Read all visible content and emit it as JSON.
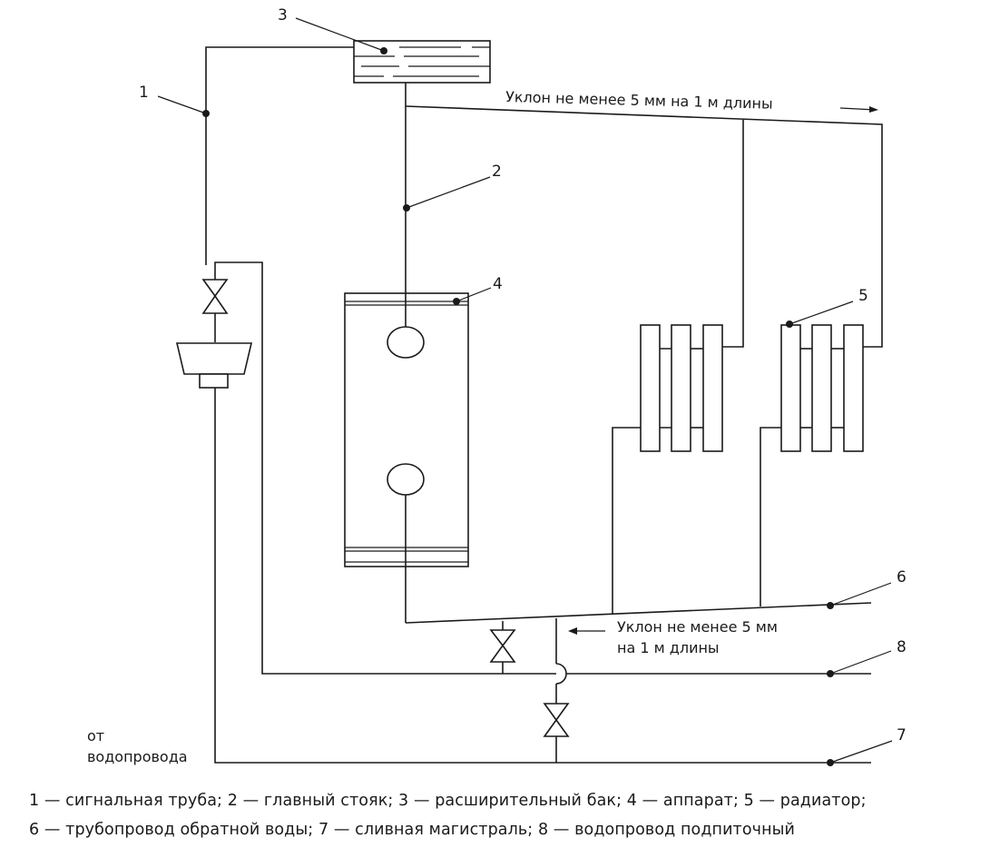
{
  "diagram": {
    "callouts": [
      {
        "id": "1",
        "label": "1"
      },
      {
        "id": "2",
        "label": "2"
      },
      {
        "id": "3",
        "label": "3"
      },
      {
        "id": "4",
        "label": "4"
      },
      {
        "id": "5",
        "label": "5"
      },
      {
        "id": "6",
        "label": "6"
      },
      {
        "id": "7",
        "label": "7"
      },
      {
        "id": "8",
        "label": "8"
      }
    ],
    "notes": {
      "slope_supply": "Уклон не менее 5 мм на 1 м длины",
      "slope_return_line1": "Уклон не менее 5 мм",
      "slope_return_line2": "на 1 м длины",
      "water_source_line1": "от",
      "water_source_line2": "водопровода"
    }
  },
  "legend": {
    "line1": "1 — сигнальная труба; 2 — главный стояк; 3 — расширительный бак; 4 — аппарат;  5 — радиатор;",
    "line2": "6 — трубопровод обратной воды; 7 — сливная магистраль;  8 — водопровод подпиточный",
    "items": [
      {
        "number": "1",
        "name": "сигнальная труба"
      },
      {
        "number": "2",
        "name": "главный стояк"
      },
      {
        "number": "3",
        "name": "расширительный бак"
      },
      {
        "number": "4",
        "name": "аппарат"
      },
      {
        "number": "5",
        "name": "радиатор"
      },
      {
        "number": "6",
        "name": "трубопровод обратной воды"
      },
      {
        "number": "7",
        "name": "сливная магистраль"
      },
      {
        "number": "8",
        "name": "водопровод подпиточный"
      }
    ]
  }
}
